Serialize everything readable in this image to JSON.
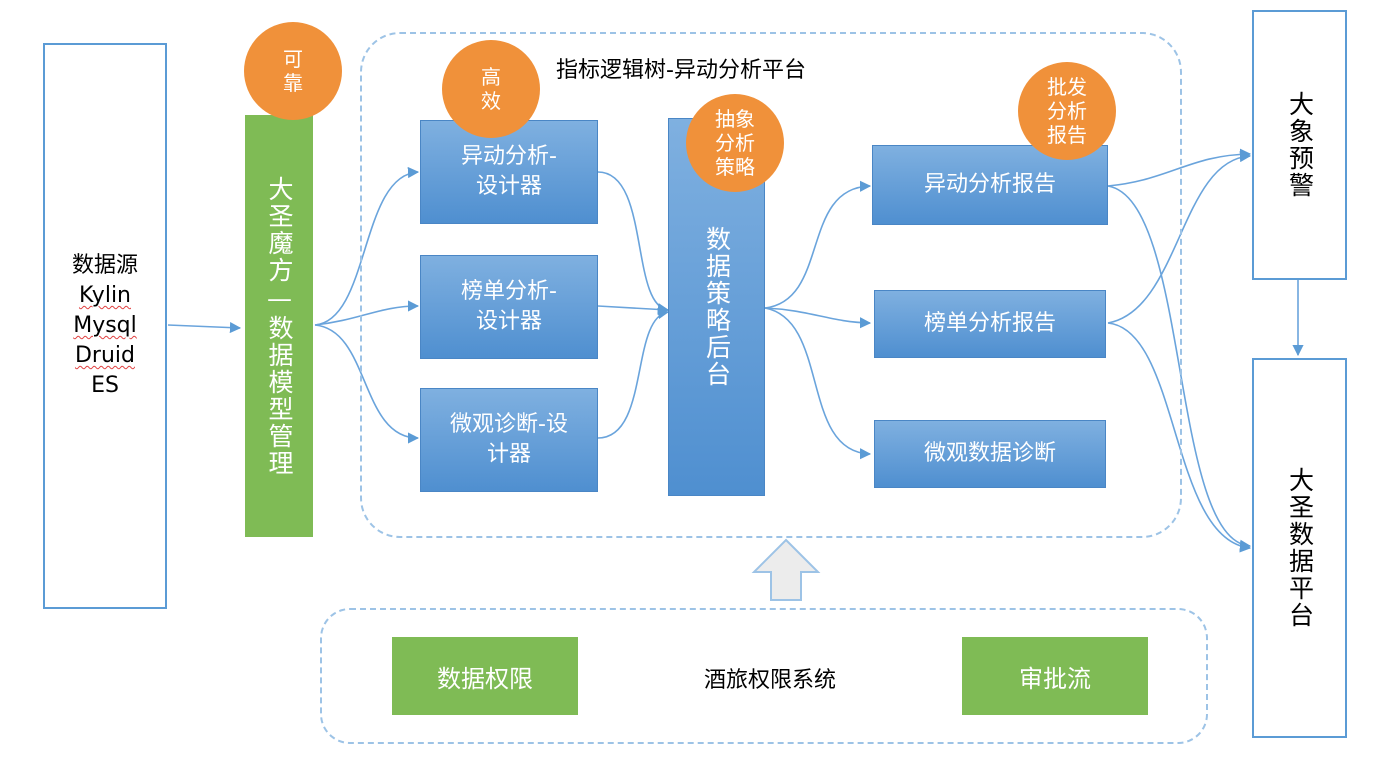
{
  "data_source": {
    "title": "数据源",
    "items": [
      "Kylin",
      "Mysql",
      "Druid",
      "ES"
    ]
  },
  "model_bar": {
    "label": "大圣魔方—数据模型管理"
  },
  "badges": {
    "reliable": "可靠",
    "efficient": "高效",
    "abstract": "抽象分析策略",
    "batch": "批发分析报告"
  },
  "platform": {
    "title": "指标逻辑树-异动分析平台"
  },
  "designers": [
    {
      "label": "异动分析-设计器"
    },
    {
      "label": "榜单分析-设计器"
    },
    {
      "label": "微观诊断-设计器"
    }
  ],
  "backend": {
    "label": "数据策略后台"
  },
  "reports": [
    {
      "label": "异动分析报告"
    },
    {
      "label": "榜单分析报告"
    },
    {
      "label": "微观数据诊断"
    }
  ],
  "targets": {
    "alert": "大象预警",
    "data_platform": "大圣数据平台"
  },
  "permission": {
    "title": "酒旅权限系统",
    "data_perm": "数据权限",
    "approval": "审批流"
  },
  "colors": {
    "blue": "#5b9bd5",
    "green": "#7fbb55",
    "orange": "#f0913a",
    "dashed": "#9dc3e6"
  }
}
